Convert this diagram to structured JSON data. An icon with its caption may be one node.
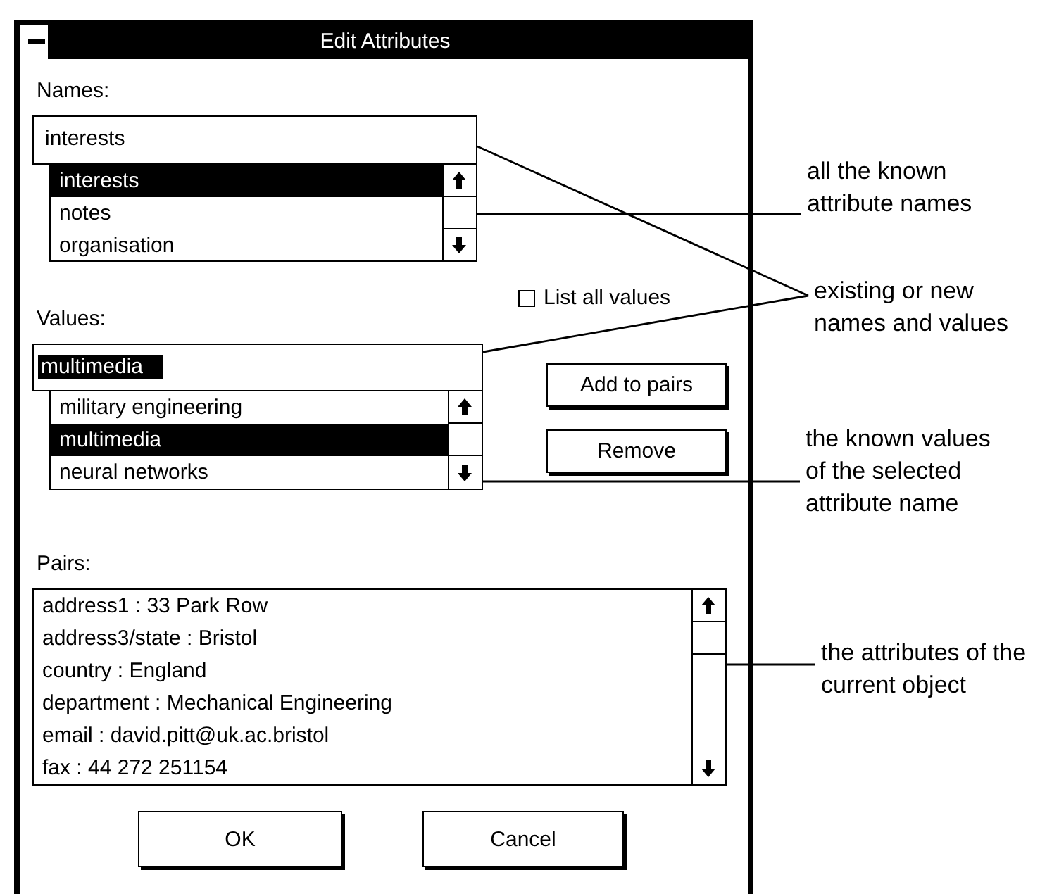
{
  "diagram": {
    "nodes": [
      {
        "text": [
          "Edit Attributes"
        ]
      },
      {
        "text": [
          "interests"
        ],
        "in": 0,
        "beside": [
          "Names:"
        ]
      },
      {
        "text": [
          "interests",
          "notes",
          "organisation"
        ],
        "in": 0
      },
      {
        "text": [
          "multimedia"
        ],
        "in": 0,
        "beside": [
          "Values:"
        ]
      },
      {
        "text": [
          "military engineering",
          "multimedia",
          "neural networks"
        ],
        "in": 0
      },
      {
        "text": [
          "List all values"
        ],
        "in": 0
      },
      {
        "text": [
          "Add to pairs"
        ],
        "in": 0
      },
      {
        "text": [
          "Remove"
        ],
        "in": 0
      },
      {
        "text": [
          "address1 : 33 Park Row",
          "address3/state : Bristol",
          "country : England",
          "department : Mechanical Engineering",
          "email : david.pitt@uk.ac.bristol",
          "fax : 44 272 251154"
        ],
        "in": 0,
        "beside": [
          "Pairs:"
        ]
      },
      {
        "text": [
          "OK"
        ],
        "in": 0
      },
      {
        "text": [
          "Cancel"
        ],
        "in": 0
      },
      {
        "text": [
          "all the known attribute names"
        ]
      },
      {
        "text": [
          "existing or new names and values"
        ]
      },
      {
        "text": [
          "the known values of the selected attribute name"
        ]
      },
      {
        "text": [
          "the attributes of the current object"
        ]
      }
    ],
    "edges": [
      {
        "from": 11,
        "to": 2,
        "arrow": "none"
      },
      {
        "from": 12,
        "to": 1,
        "arrow": "none"
      },
      {
        "from": 12,
        "to": 3,
        "arrow": "none"
      },
      {
        "from": 13,
        "to": 4,
        "arrow": "none"
      },
      {
        "from": 14,
        "to": 8,
        "arrow": "none"
      }
    ]
  }
}
